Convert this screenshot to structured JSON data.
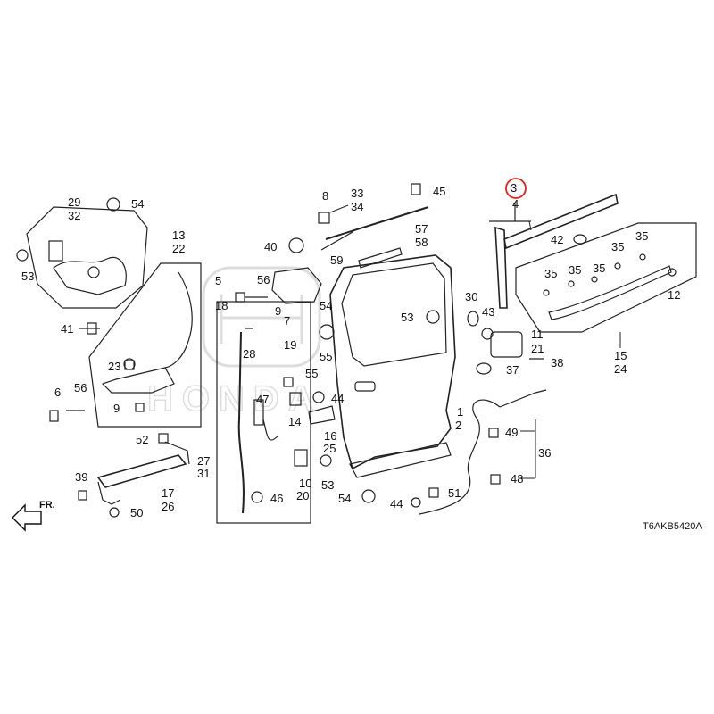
{
  "diagram_code": "T6AKB5420A",
  "front_marker": "FR.",
  "watermark": "HONDA",
  "highlight_color": "#e0201b",
  "highlighted_part": "3",
  "callouts": [
    {
      "id": "c29",
      "text": "29"
    },
    {
      "id": "c32",
      "text": "32"
    },
    {
      "id": "c54a",
      "text": "54"
    },
    {
      "id": "c53a",
      "text": "53"
    },
    {
      "id": "c13",
      "text": "13"
    },
    {
      "id": "c22",
      "text": "22"
    },
    {
      "id": "c8",
      "text": "8"
    },
    {
      "id": "c33",
      "text": "33"
    },
    {
      "id": "c34",
      "text": "34"
    },
    {
      "id": "c45",
      "text": "45"
    },
    {
      "id": "c3",
      "text": "3"
    },
    {
      "id": "c4",
      "text": "4"
    },
    {
      "id": "c57",
      "text": "57"
    },
    {
      "id": "c58",
      "text": "58"
    },
    {
      "id": "c40",
      "text": "40"
    },
    {
      "id": "c59",
      "text": "59"
    },
    {
      "id": "c42",
      "text": "42"
    },
    {
      "id": "c35a",
      "text": "35"
    },
    {
      "id": "c35b",
      "text": "35"
    },
    {
      "id": "c35c",
      "text": "35"
    },
    {
      "id": "c35d",
      "text": "35"
    },
    {
      "id": "c35e",
      "text": "35"
    },
    {
      "id": "c12",
      "text": "12"
    },
    {
      "id": "c5",
      "text": "5"
    },
    {
      "id": "c18",
      "text": "18"
    },
    {
      "id": "c56a",
      "text": "56"
    },
    {
      "id": "c9a",
      "text": "9"
    },
    {
      "id": "c7",
      "text": "7"
    },
    {
      "id": "c19",
      "text": "19"
    },
    {
      "id": "c30",
      "text": "30"
    },
    {
      "id": "c54b",
      "text": "54"
    },
    {
      "id": "c53b",
      "text": "53"
    },
    {
      "id": "c43",
      "text": "43"
    },
    {
      "id": "c11",
      "text": "11"
    },
    {
      "id": "c21",
      "text": "21"
    },
    {
      "id": "c41",
      "text": "41"
    },
    {
      "id": "c28",
      "text": "28"
    },
    {
      "id": "c23",
      "text": "23"
    },
    {
      "id": "c55a",
      "text": "55"
    },
    {
      "id": "c55b",
      "text": "55"
    },
    {
      "id": "c37",
      "text": "37"
    },
    {
      "id": "c38",
      "text": "38"
    },
    {
      "id": "c15",
      "text": "15"
    },
    {
      "id": "c24",
      "text": "24"
    },
    {
      "id": "c6",
      "text": "6"
    },
    {
      "id": "c56b",
      "text": "56"
    },
    {
      "id": "c9b",
      "text": "9"
    },
    {
      "id": "c47",
      "text": "47"
    },
    {
      "id": "c44a",
      "text": "44"
    },
    {
      "id": "c14",
      "text": "14"
    },
    {
      "id": "c16",
      "text": "16"
    },
    {
      "id": "c1",
      "text": "1"
    },
    {
      "id": "c2",
      "text": "2"
    },
    {
      "id": "c52",
      "text": "52"
    },
    {
      "id": "c49",
      "text": "49"
    },
    {
      "id": "c25",
      "text": "25"
    },
    {
      "id": "c27",
      "text": "27"
    },
    {
      "id": "c31",
      "text": "31"
    },
    {
      "id": "c36",
      "text": "36"
    },
    {
      "id": "c39",
      "text": "39"
    },
    {
      "id": "c17",
      "text": "17"
    },
    {
      "id": "c26",
      "text": "26"
    },
    {
      "id": "c10",
      "text": "10"
    },
    {
      "id": "c20",
      "text": "20"
    },
    {
      "id": "c53c",
      "text": "53"
    },
    {
      "id": "c48",
      "text": "48"
    },
    {
      "id": "c50",
      "text": "50"
    },
    {
      "id": "c46",
      "text": "46"
    },
    {
      "id": "c54c",
      "text": "54"
    },
    {
      "id": "c44b",
      "text": "44"
    },
    {
      "id": "c51",
      "text": "51"
    }
  ]
}
